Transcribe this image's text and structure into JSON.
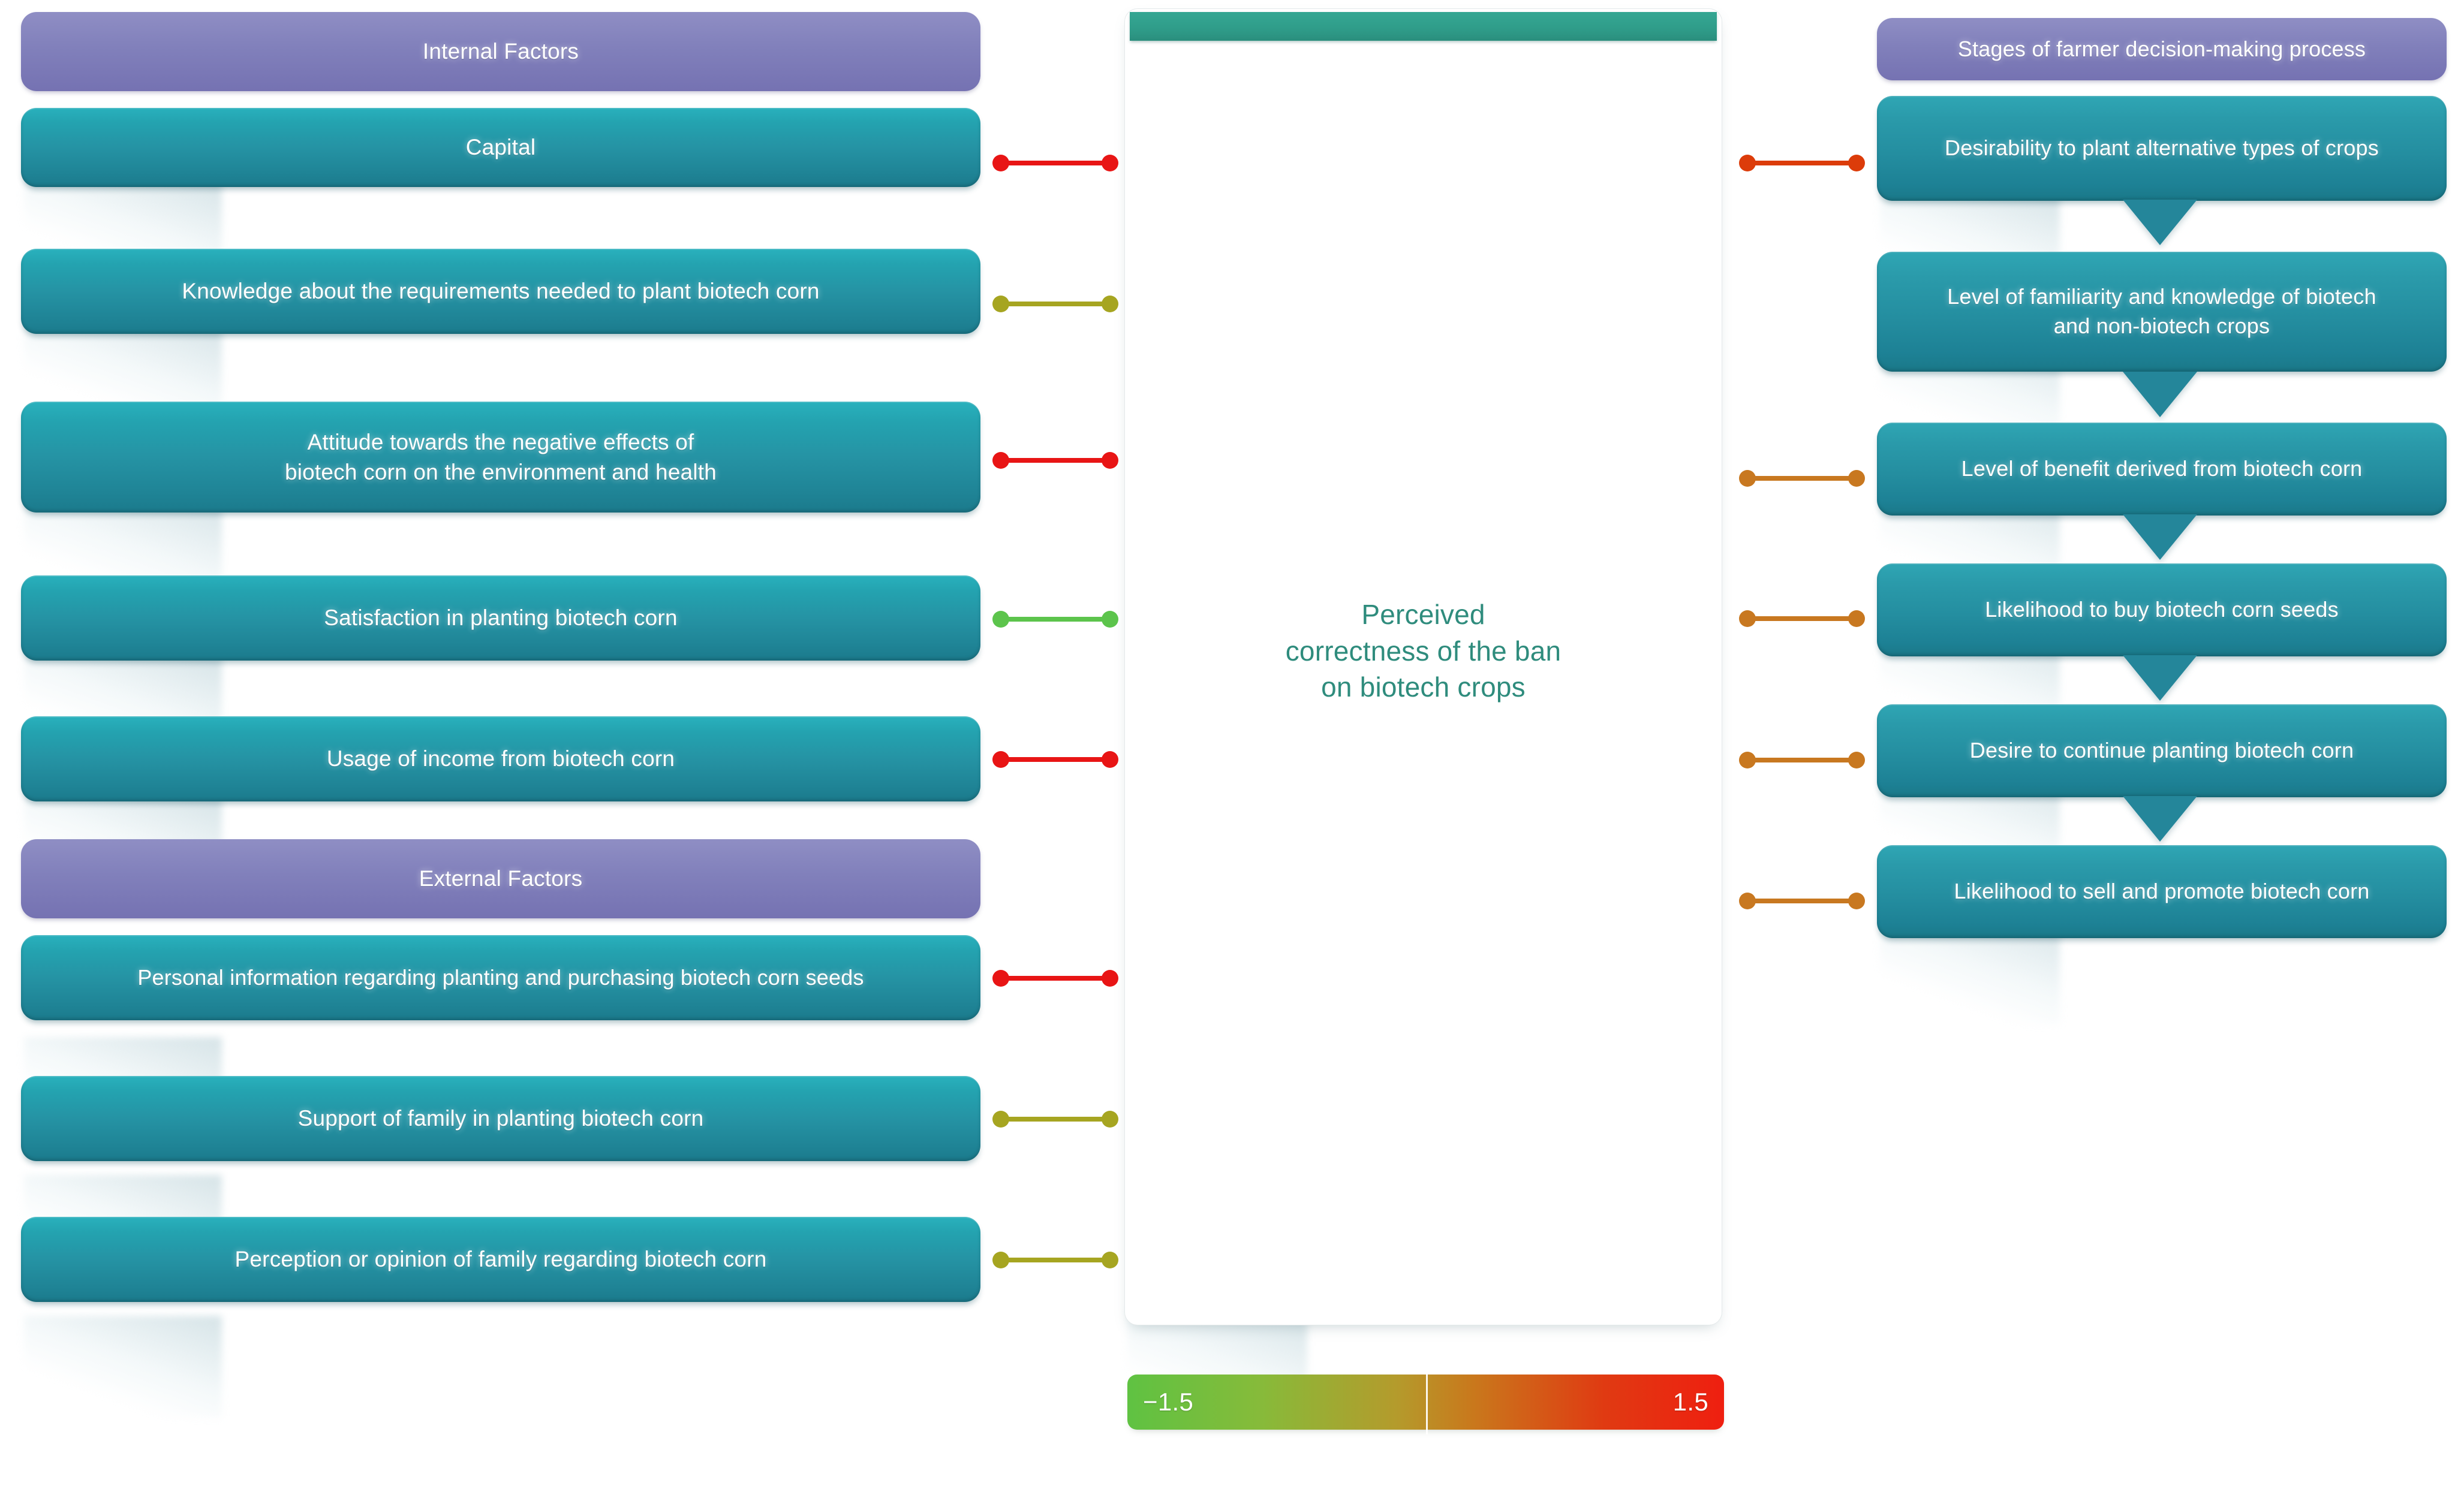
{
  "diagram": {
    "center": {
      "title": "Perceived\ncorrectness of the ban\non biotech crops",
      "line1": "Perceived",
      "line2": "correctness of the ban",
      "line3": "on biotech crops"
    },
    "left_column": {
      "group1_header": "Internal Factors",
      "group2_header": "External Factors",
      "internal_items": [
        "Capital",
        "Knowledge about the requirements needed to plant biotech corn",
        "Attitude towards the negative effects of\nbiotech corn on the environment and health",
        "Satisfaction in planting biotech corn",
        "Usage of income from biotech corn"
      ],
      "internal_items_lines": [
        [
          "Capital"
        ],
        [
          "Knowledge about the requirements needed to plant biotech corn"
        ],
        [
          "Attitude towards the negative effects of",
          "biotech corn on the environment and health"
        ],
        [
          "Satisfaction in planting biotech corn"
        ],
        [
          "Usage of income from biotech corn"
        ]
      ],
      "external_items_lines": [
        [
          "Personal information regarding planting and purchasing biotech corn seeds"
        ],
        [
          "Support of family in planting biotech corn"
        ],
        [
          "Perception or opinion of family regarding biotech corn"
        ]
      ]
    },
    "right_column": {
      "header": "Stages of farmer decision-making process",
      "items_lines": [
        [
          "Desirability to plant alternative types of crops"
        ],
        [
          "Level of familiarity and knowledge of biotech",
          "and non-biotech crops"
        ],
        [
          "Level of benefit derived from biotech corn"
        ],
        [
          "Likelihood to buy biotech corn seeds"
        ],
        [
          "Desire to continue planting biotech corn"
        ],
        [
          "Likelihood to sell and promote biotech corn"
        ]
      ]
    },
    "legend": {
      "min_label": "−1.5",
      "max_label": "1.5",
      "gradient_from": "#5fc242",
      "gradient_mid": "#c9781c",
      "gradient_to": "#ef1f10"
    },
    "connector_colors": {
      "red": "#e81515",
      "olive": "#a6a521",
      "green": "#5cc44c",
      "orange_red": "#dc3c0a",
      "orange": "#c87820"
    },
    "connectors_left": [
      {
        "target": "Capital",
        "color": "#e81515",
        "value": 1.5
      },
      {
        "target": "Knowledge about the requirements needed to plant biotech corn",
        "color": "#a6a521",
        "value": 0.0
      },
      {
        "target": "Attitude towards the negative effects of biotech corn on the environment and health",
        "color": "#e81515",
        "value": 1.5
      },
      {
        "target": "Satisfaction in planting biotech corn",
        "color": "#5cc44c",
        "value": -1.4
      },
      {
        "target": "Usage of income from biotech corn",
        "color": "#e81515",
        "value": 1.5
      },
      {
        "target": "Personal information regarding planting and purchasing biotech corn seeds",
        "color": "#e81515",
        "value": 1.5
      },
      {
        "target": "Support of family in planting biotech corn",
        "color": "#a6a521",
        "value": 0.0
      },
      {
        "target": "Perception or opinion of family regarding biotech corn",
        "color": "#a6a521",
        "value": 0.0
      }
    ],
    "connectors_right": [
      {
        "target": "Desirability to plant alternative types of crops",
        "color": "#dc3c0a",
        "value": 1.1
      },
      {
        "target": "Level of benefit derived from biotech corn",
        "color": "#c87820",
        "value": 0.6
      },
      {
        "target": "Likelihood to buy biotech corn seeds",
        "color": "#c87820",
        "value": 0.6
      },
      {
        "target": "Desire to continue planting biotech corn",
        "color": "#c87820",
        "value": 0.6
      },
      {
        "target": "Likelihood to sell and promote biotech corn",
        "color": "#c87820",
        "value": 0.6
      }
    ]
  },
  "chart_data": {
    "type": "diagram",
    "title": "Perceived correctness of the ban on biotech crops",
    "colorbar": {
      "min": -1.5,
      "max": 1.5,
      "label_min": "−1.5",
      "label_max": "1.5"
    },
    "edges": [
      {
        "from": "Capital",
        "to": "Perceived correctness of the ban on biotech crops",
        "weight": 1.5,
        "color": "#e81515"
      },
      {
        "from": "Knowledge about the requirements needed to plant biotech corn",
        "to": "Perceived correctness of the ban on biotech crops",
        "weight": 0.0,
        "color": "#a6a521"
      },
      {
        "from": "Attitude towards the negative effects of biotech corn on the environment and health",
        "to": "Perceived correctness of the ban on biotech crops",
        "weight": 1.5,
        "color": "#e81515"
      },
      {
        "from": "Satisfaction in planting biotech corn",
        "to": "Perceived correctness of the ban on biotech crops",
        "weight": -1.4,
        "color": "#5cc44c"
      },
      {
        "from": "Usage of income from biotech corn",
        "to": "Perceived correctness of the ban on biotech crops",
        "weight": 1.5,
        "color": "#e81515"
      },
      {
        "from": "Personal information regarding planting and purchasing biotech corn seeds",
        "to": "Perceived correctness of the ban on biotech crops",
        "weight": 1.5,
        "color": "#e81515"
      },
      {
        "from": "Support of family in planting biotech corn",
        "to": "Perceived correctness of the ban on biotech crops",
        "weight": 0.0,
        "color": "#a6a521"
      },
      {
        "from": "Perception or opinion of family regarding biotech corn",
        "to": "Perceived correctness of the ban on biotech crops",
        "weight": 0.0,
        "color": "#a6a521"
      },
      {
        "from": "Perceived correctness of the ban on biotech crops",
        "to": "Desirability to plant alternative types of crops",
        "weight": 1.1,
        "color": "#dc3c0a"
      },
      {
        "from": "Perceived correctness of the ban on biotech crops",
        "to": "Level of benefit derived from biotech corn",
        "weight": 0.6,
        "color": "#c87820"
      },
      {
        "from": "Perceived correctness of the ban on biotech crops",
        "to": "Likelihood to buy biotech corn seeds",
        "weight": 0.6,
        "color": "#c87820"
      },
      {
        "from": "Perceived correctness of the ban on biotech crops",
        "to": "Desire to continue planting biotech corn",
        "weight": 0.6,
        "color": "#c87820"
      },
      {
        "from": "Perceived correctness of the ban on biotech crops",
        "to": "Likelihood to sell and promote biotech corn",
        "weight": 0.6,
        "color": "#c87820"
      }
    ],
    "flow_sequence": [
      "Desirability to plant alternative types of crops",
      "Level of familiarity and knowledge of biotech and non-biotech crops",
      "Level of benefit derived from biotech corn",
      "Likelihood to buy biotech corn seeds",
      "Desire to continue planting biotech corn",
      "Likelihood to sell and promote biotech corn"
    ]
  }
}
